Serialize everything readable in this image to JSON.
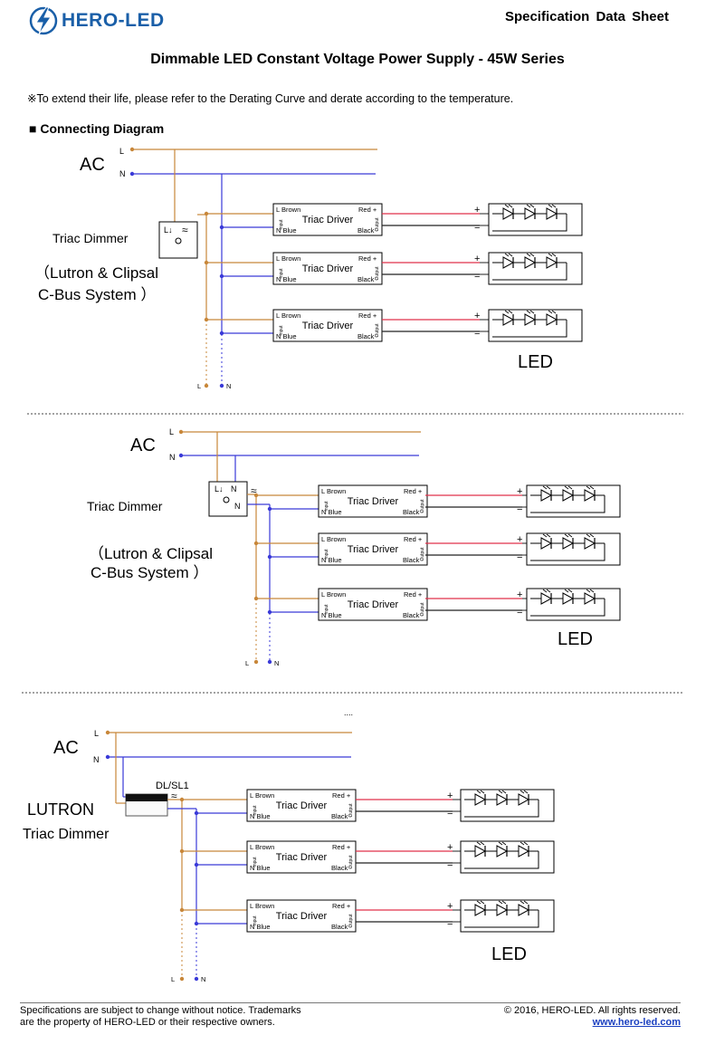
{
  "header": {
    "brand": "HERO-LED",
    "sheet_title": "Specification Data Sheet"
  },
  "doc_title": "Dimmable LED Constant Voltage Power Supply - 45W Series",
  "note": "※To extend their life, please refer to the Derating Curve and derate according to the temperature.",
  "section_title": "■ Connecting Diagram",
  "labels": {
    "ac": "AC",
    "l": "L",
    "n": "N",
    "triac_dimmer": "Triac Dimmer",
    "lutron_clipsal_1": "（Lutron & Clipsal",
    "lutron_clipsal_2": "C-Bus System ）",
    "lutron": "LUTRON",
    "dl_sl1": "DL/SL1",
    "led": "LED",
    "ellipsis": "....",
    "plus": "+",
    "minus": "−",
    "dimmer_l_symbol": "L↓",
    "dimmer_n": "N",
    "dimmer_wave": "≈"
  },
  "driver": {
    "name": "Triac Driver",
    "l_brown": "L Brown",
    "n_blue": "N Blue",
    "red_plus": "Red +",
    "black_minus": "Black -",
    "input": "Input",
    "output": "Output"
  },
  "colors": {
    "live": "#c8873a",
    "neutral": "#3a3ad8",
    "red": "#e0304a",
    "black": "#222222",
    "brand": "#1a5fa8"
  },
  "footer": {
    "disclaimer_1": "Specifications are subject to change without notice. Trademarks",
    "disclaimer_2": "are the property of HERO-LED or their respective owners.",
    "copyright": "© 2016, HERO-LED. All rights reserved.",
    "website": "www.hero-led.com"
  }
}
